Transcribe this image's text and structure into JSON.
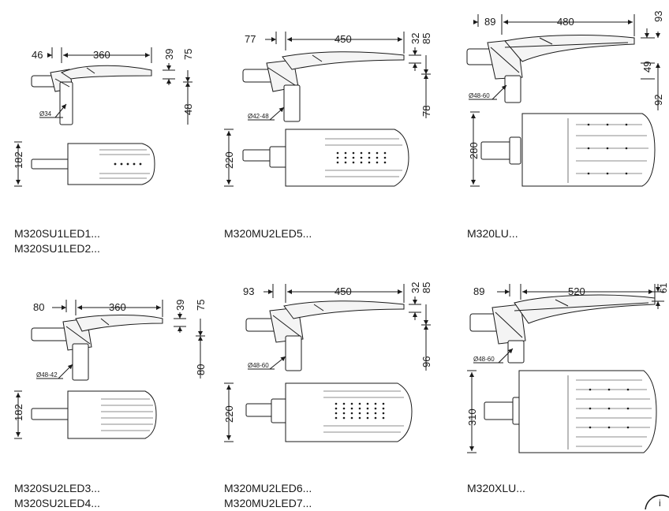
{
  "products": [
    {
      "key": "m320su1",
      "labels": [
        "M320SU1LED1...",
        "M320SU1LED2..."
      ],
      "dims": {
        "offset": "46",
        "length": "360",
        "arm_height": "39",
        "housing_height": "75",
        "spigot": "48",
        "width": "182"
      },
      "tube_diameter": "Ø34"
    },
    {
      "key": "m320mu2-a",
      "labels": [
        "M320MU2LED5..."
      ],
      "dims": {
        "offset": "77",
        "length": "450",
        "arm_height": "32",
        "housing_height": "85",
        "spigot": "78",
        "width": "220"
      },
      "tube_diameter": "Ø42-48"
    },
    {
      "key": "m320lu",
      "labels": [
        "M320LU..."
      ],
      "dims": {
        "offset": "89",
        "length": "480",
        "arm_height": "93",
        "housing_height": "49",
        "spigot": "92",
        "width": "280"
      },
      "tube_diameter": "Ø48-60"
    },
    {
      "key": "m320su2",
      "labels": [
        "M320SU2LED3...",
        "M320SU2LED4..."
      ],
      "dims": {
        "offset": "80",
        "length": "360",
        "arm_height": "39",
        "housing_height": "75",
        "spigot": "80",
        "width": "182"
      },
      "tube_diameter": "Ø48-42"
    },
    {
      "key": "m320mu2-b",
      "labels": [
        "M320MU2LED6...",
        "M320MU2LED7..."
      ],
      "dims": {
        "offset": "93",
        "length": "450",
        "arm_height": "32",
        "housing_height": "85",
        "spigot": "96",
        "width": "220"
      },
      "tube_diameter": "Ø48-60"
    },
    {
      "key": "m320xlu",
      "labels": [
        "M320XLU..."
      ],
      "dims": {
        "offset": "89",
        "length": "520",
        "arm_height": "61",
        "width": "310"
      },
      "tube_diameter": "Ø48-60"
    }
  ],
  "page_marker": {
    "icon": "info-circle-icon",
    "symbol": "i"
  }
}
